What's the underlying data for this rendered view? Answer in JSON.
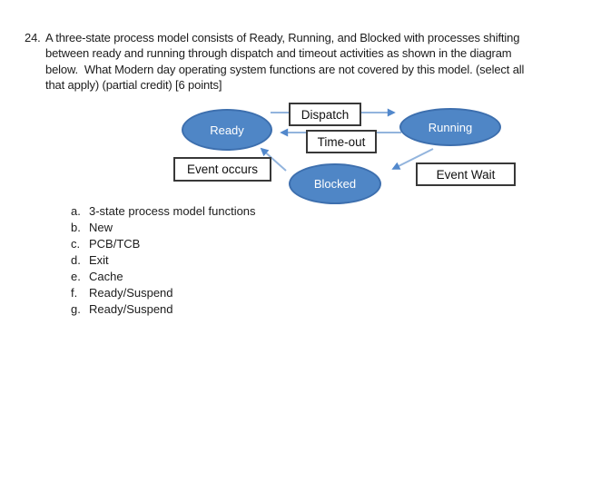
{
  "question": {
    "number": "24.",
    "lines": [
      "A three-state process model consists of Ready, Running, and Blocked with processes shifting",
      "between ready and running through dispatch and timeout activities as shown in the diagram",
      "below.  What Modern day operating system functions are not covered by this model. (select all",
      "that apply) (partial credit) [6 points]"
    ]
  },
  "diagram": {
    "states": [
      {
        "id": "ready",
        "label": "Ready"
      },
      {
        "id": "running",
        "label": "Running"
      },
      {
        "id": "blocked",
        "label": "Blocked"
      }
    ],
    "transitions": [
      {
        "id": "dispatch",
        "label": "Dispatch"
      },
      {
        "id": "timeout",
        "label": "Time-out"
      },
      {
        "id": "event-occurs",
        "label": "Event occurs"
      },
      {
        "id": "event-wait",
        "label": "Event Wait"
      }
    ],
    "colors": {
      "state_fill": "#4f86c6",
      "state_border": "#3d6fae",
      "arrow_line": "#92b4dd",
      "arrow_head": "#5288cc",
      "box_border": "#383838"
    }
  },
  "options": [
    {
      "letter": "a.",
      "text": "3-state process model functions"
    },
    {
      "letter": "b.",
      "text": "New"
    },
    {
      "letter": "c.",
      "text": "PCB/TCB"
    },
    {
      "letter": "d.",
      "text": "Exit"
    },
    {
      "letter": "e.",
      "text": "Cache"
    },
    {
      "letter": "f.",
      "text": "Ready/Suspend"
    },
    {
      "letter": "g.",
      "text": "Ready/Suspend"
    }
  ]
}
